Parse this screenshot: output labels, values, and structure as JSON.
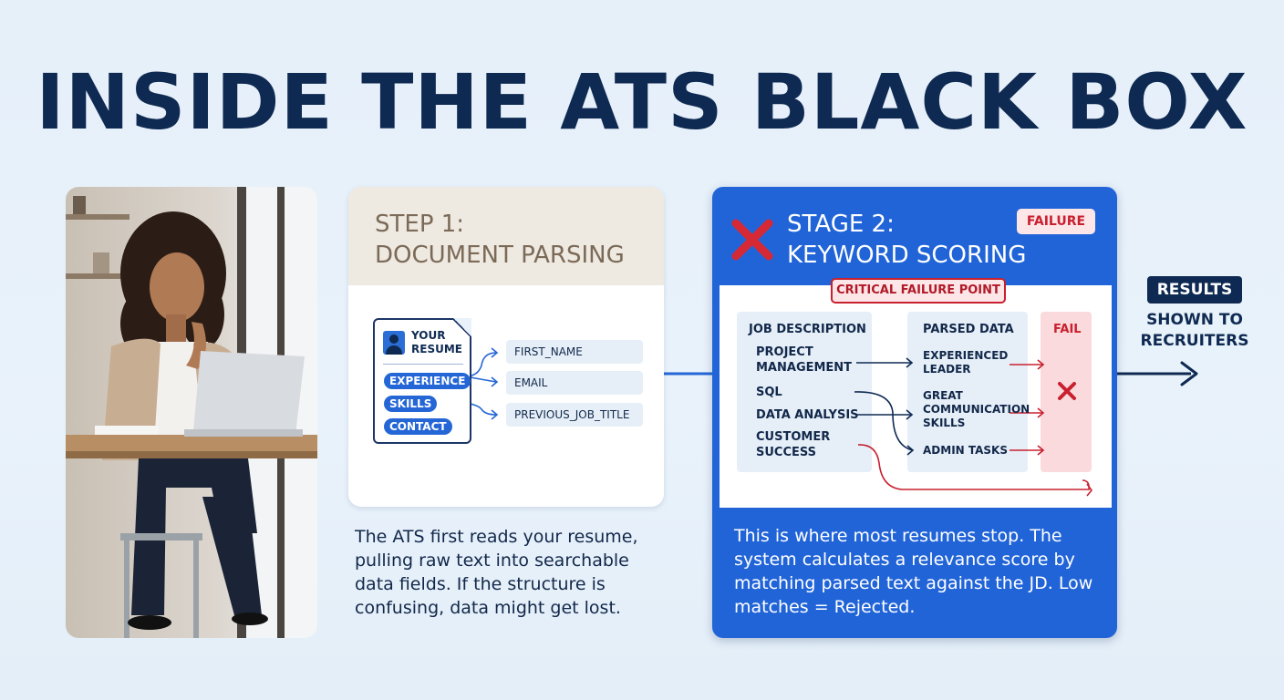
{
  "title": "INSIDE THE ATS BLACK BOX",
  "step1": {
    "title_line1": "STEP 1:",
    "title_line2": "DOCUMENT PARSING",
    "resume_label_line1": "YOUR",
    "resume_label_line2": "RESUME",
    "sections": [
      "EXPERIENCE",
      "SKILLS",
      "CONTACT"
    ],
    "fields": [
      "FIRST_NAME",
      "EMAIL",
      "PREVIOUS_JOB_TITLE"
    ],
    "description": "The ATS first reads your resume, pulling raw text into searchable data fields. If the structure is confusing, data might get lost."
  },
  "stage2": {
    "title_line1": "STAGE 2:",
    "title_line2": "KEYWORD SCORING",
    "badge": "FAILURE",
    "critical_label": "CRITICAL FAILURE POINT",
    "job_description": {
      "header": "JOB DESCRIPTION",
      "items": [
        {
          "line1": "PROJECT",
          "line2": "MANAGEMENT"
        },
        {
          "line1": "SQL",
          "line2": ""
        },
        {
          "line1": "DATA ANALYSIS",
          "line2": ""
        },
        {
          "line1": "CUSTOMER",
          "line2": "SUCCESS"
        }
      ]
    },
    "parsed_data": {
      "header": "PARSED DATA",
      "items": [
        {
          "line1": "EXPERIENCED",
          "line2": "LEADER",
          "line3": ""
        },
        {
          "line1": "GREAT",
          "line2": "COMMUNICATION",
          "line3": "SKILLS"
        },
        {
          "line1": "ADMIN TASKS",
          "line2": "",
          "line3": ""
        }
      ]
    },
    "fail_header": "FAIL",
    "description": "This is where most resumes stop. The system calculates a relevance score by matching parsed text against the JD. Low matches = Rejected.",
    "colors": {
      "card": "#2164d8",
      "fail": "#c8202f"
    }
  },
  "results": {
    "badge": "RESULTS",
    "line1": "SHOWN TO",
    "line2": "RECRUITERS"
  },
  "icons": {
    "stage2_status": "x-mark-icon",
    "fail_mark": "x-mark-icon",
    "resume": "document-icon",
    "avatar": "user-icon"
  }
}
